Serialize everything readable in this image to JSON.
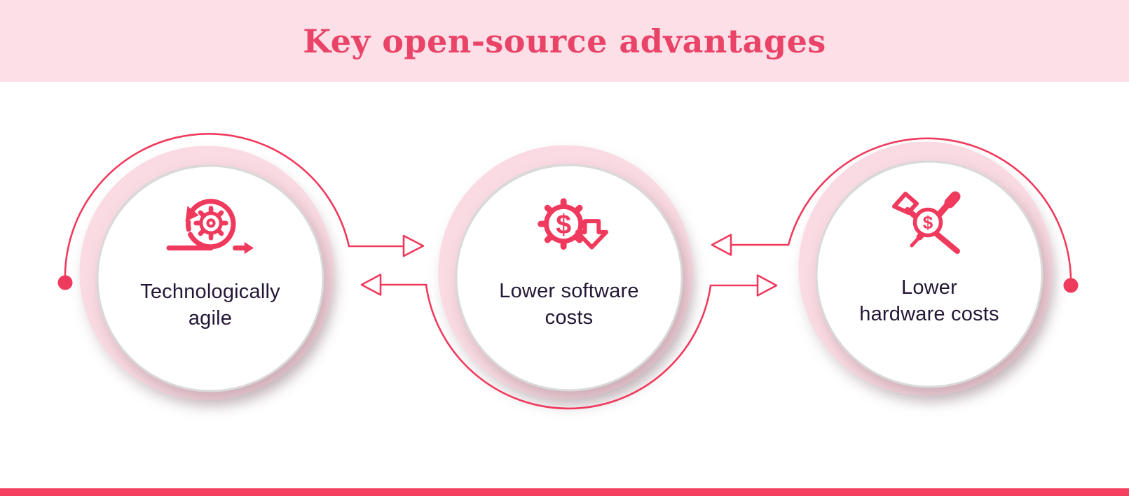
{
  "title": "Key open-source advantages",
  "colors": {
    "accent": "#EF3A5D",
    "title": "#E94368",
    "band": "#FCDFE7",
    "ring": "#FADBE3",
    "dark": "#241735",
    "bar": "#F43F5E",
    "edge": "#D9D9D9",
    "bg": "#FFFFFF"
  },
  "items": [
    {
      "label": "Technologically\nagile",
      "icon": "agile-sprint-icon"
    },
    {
      "label": "Lower software\ncosts",
      "icon": "gear-dollar-decrease-icon",
      "icon_text": "$"
    },
    {
      "label": "Lower\nhardware costs",
      "icon": "tools-dollar-icon",
      "icon_text": "$"
    }
  ]
}
